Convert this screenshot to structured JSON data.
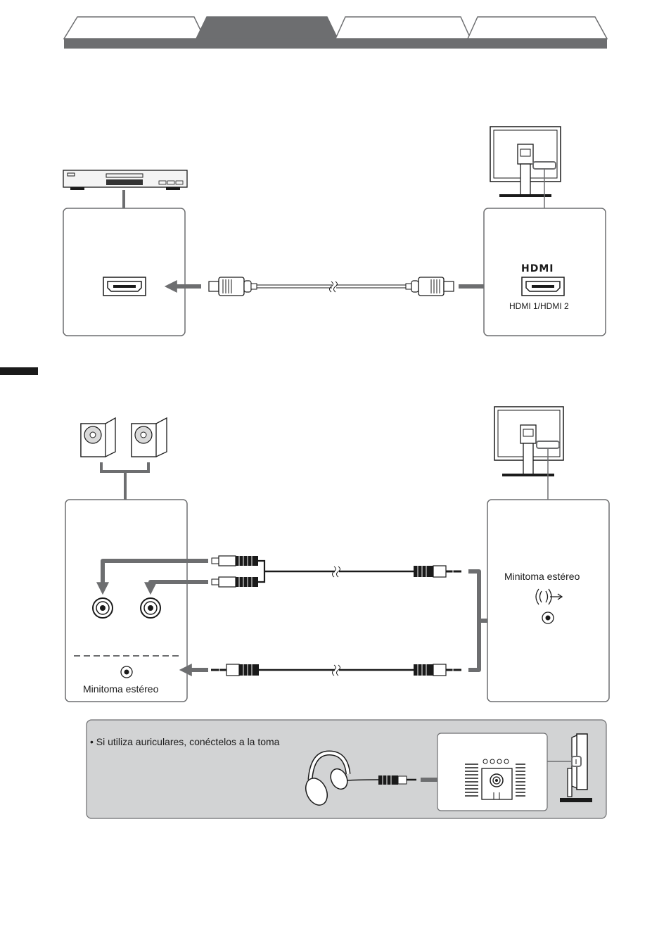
{
  "colors": {
    "accent": "#6d6e70",
    "note_bg": "#d2d3d4",
    "line": "#1a1a1a"
  },
  "hdmi": {
    "logo": "HDMI",
    "port_label": "HDMI 1/HDMI 2"
  },
  "audio": {
    "mini_jack_right": "Minitoma estéreo",
    "mini_jack_left": "Minitoma estéreo"
  },
  "note": {
    "text": "• Si utiliza auriculares, conéctelos a la toma"
  },
  "icons": [
    "dvd-player-icon",
    "monitor-icon",
    "hdmi-plug-icon",
    "speaker-icon",
    "rca-jack-icon",
    "mini-jack-icon",
    "headphones-icon",
    "audio-out-icon"
  ]
}
